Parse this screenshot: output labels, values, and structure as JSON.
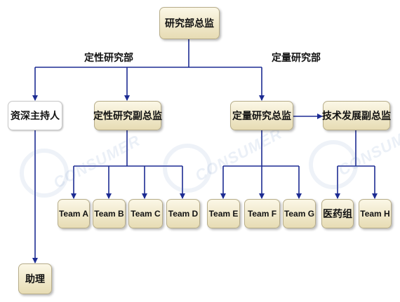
{
  "nodes": {
    "root": "研究部总监",
    "assistant_head": "资深主持人",
    "assistant": "助理",
    "qual_vp": "定性研究副总监",
    "quant_director": "定量研究总监",
    "tech_vp": "技术发展副总监",
    "team_a": "Team A",
    "team_b": "Team B",
    "team_c": "Team C",
    "team_d": "Team D",
    "team_e": "Team E",
    "team_f": "Team F",
    "team_g": "Team G",
    "med_group": "医药组",
    "team_h": "Team H"
  },
  "labels": {
    "qual_dept": "定性研究部",
    "quant_dept": "定量研究部"
  },
  "colors": {
    "line": "#1d2c93",
    "node_fill_top": "#fbf7e6",
    "node_fill_bottom": "#e7dcb4"
  }
}
